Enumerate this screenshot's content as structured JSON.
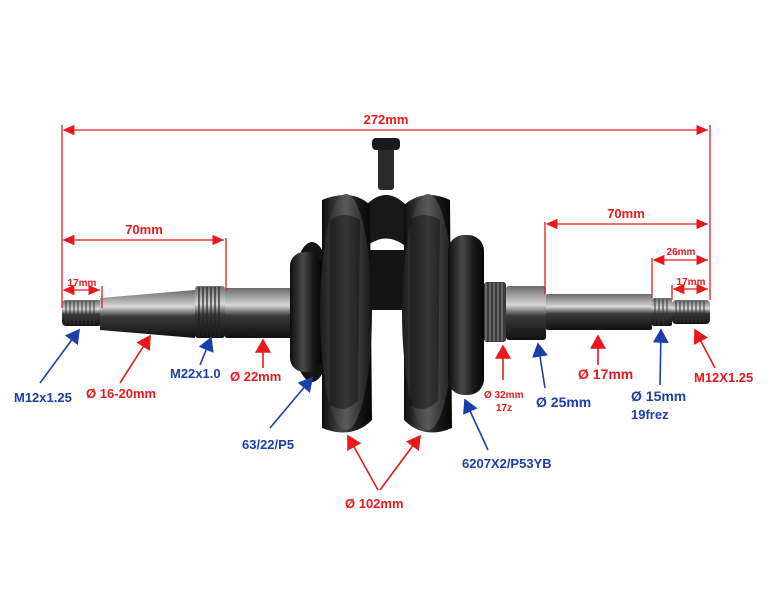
{
  "colors": {
    "dimension": "#e8191c",
    "callout_red": "#e8191c",
    "callout_blue": "#1c3ea8",
    "part": "#1e1e1e",
    "background": "#ffffff"
  },
  "dimensions": {
    "overall": "272mm",
    "left_taper": "70mm",
    "right_taper": "70mm",
    "right_spline_zone": "26mm",
    "left_thread": "17mm",
    "right_thread": "17mm"
  },
  "callouts": {
    "left_thread": "M12x1.25",
    "left_taper_diameter": "Ø 16-20mm",
    "left_fine_thread": "M22x1.0",
    "left_journal": "Ø 22mm",
    "left_bearing": "63/22/P5",
    "flywheel_diameter": "Ø 102mm",
    "right_bearing": "6207X2/P53YB",
    "gear_diameter": "Ø 32mm",
    "gear_teeth": "17z",
    "right_journal": "Ø 25mm",
    "right_shaft": "Ø 17mm",
    "spline_diameter": "Ø 15mm",
    "spline_count": "19frez",
    "right_thread": "M12X1.25"
  }
}
